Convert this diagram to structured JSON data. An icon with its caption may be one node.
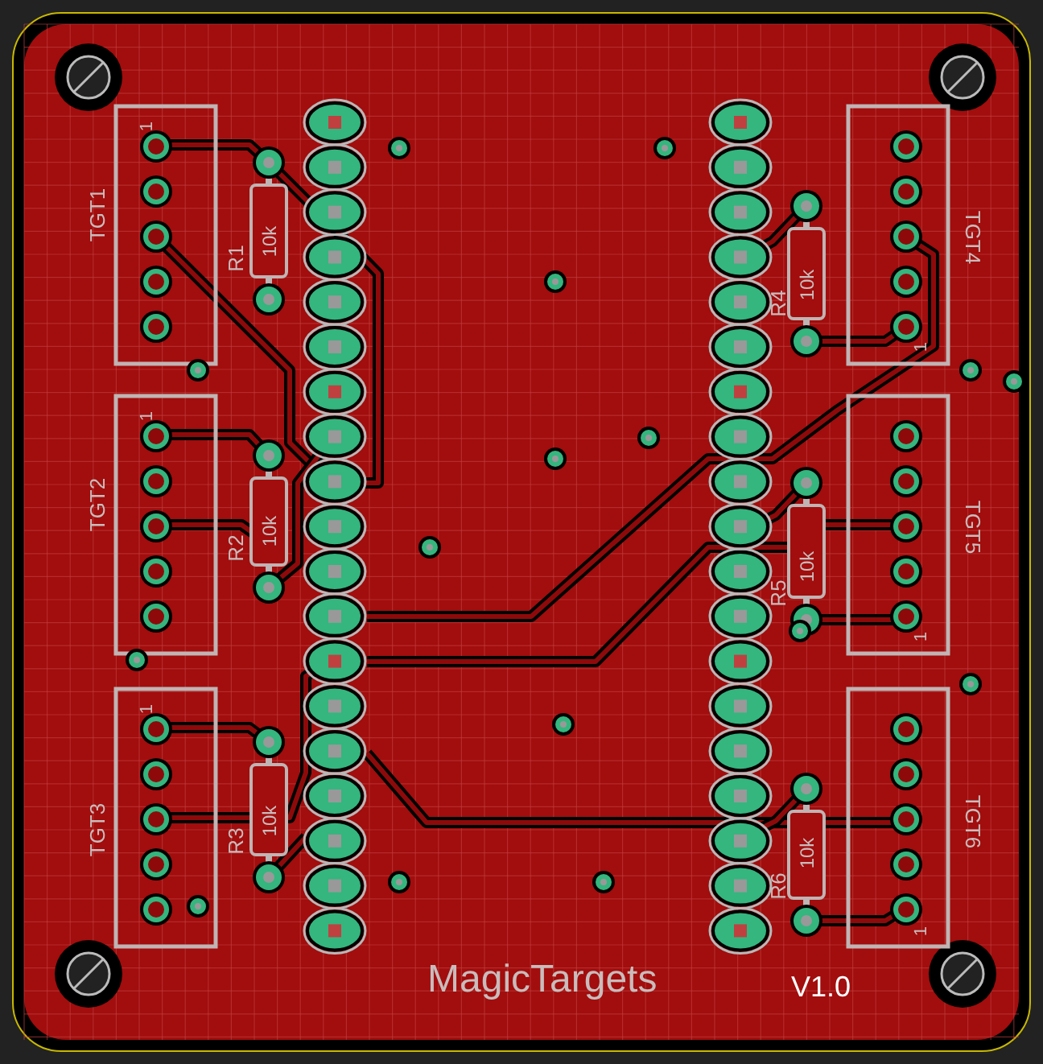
{
  "diagram": {
    "labels": [
      "1",
      "TGT1",
      "R1",
      "10k",
      "10k",
      "R4",
      "TGT4",
      "1",
      "1",
      "TGT2",
      "R2",
      "10k",
      "10k",
      "R5",
      "TGT5",
      "1",
      "1",
      "TGT3",
      "R3",
      "10k",
      "10k",
      "R6",
      "TGT6",
      "1",
      "MagicTargets",
      "V1.0"
    ]
  }
}
